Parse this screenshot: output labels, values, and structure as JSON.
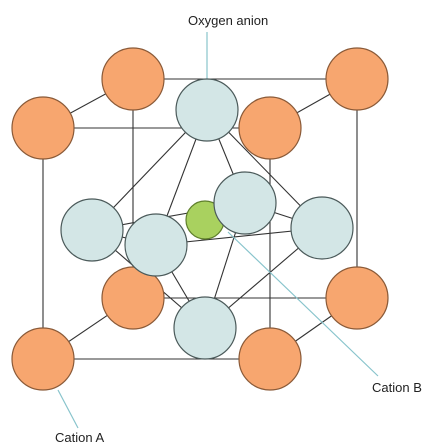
{
  "labels": {
    "oxygen": "Oxygen anion",
    "cation_a": "Cation A",
    "cation_b": "Cation B"
  },
  "colors": {
    "cation_a_fill": "#f7a66f",
    "cation_a_stroke": "#8a5a38",
    "oxygen_fill": "#d3e6e6",
    "oxygen_stroke": "#4b5a5a",
    "cation_b_fill": "#a9d15f",
    "cation_b_stroke": "#5f7f2c",
    "edge": "#333333",
    "leader": "#88c4cc"
  }
}
